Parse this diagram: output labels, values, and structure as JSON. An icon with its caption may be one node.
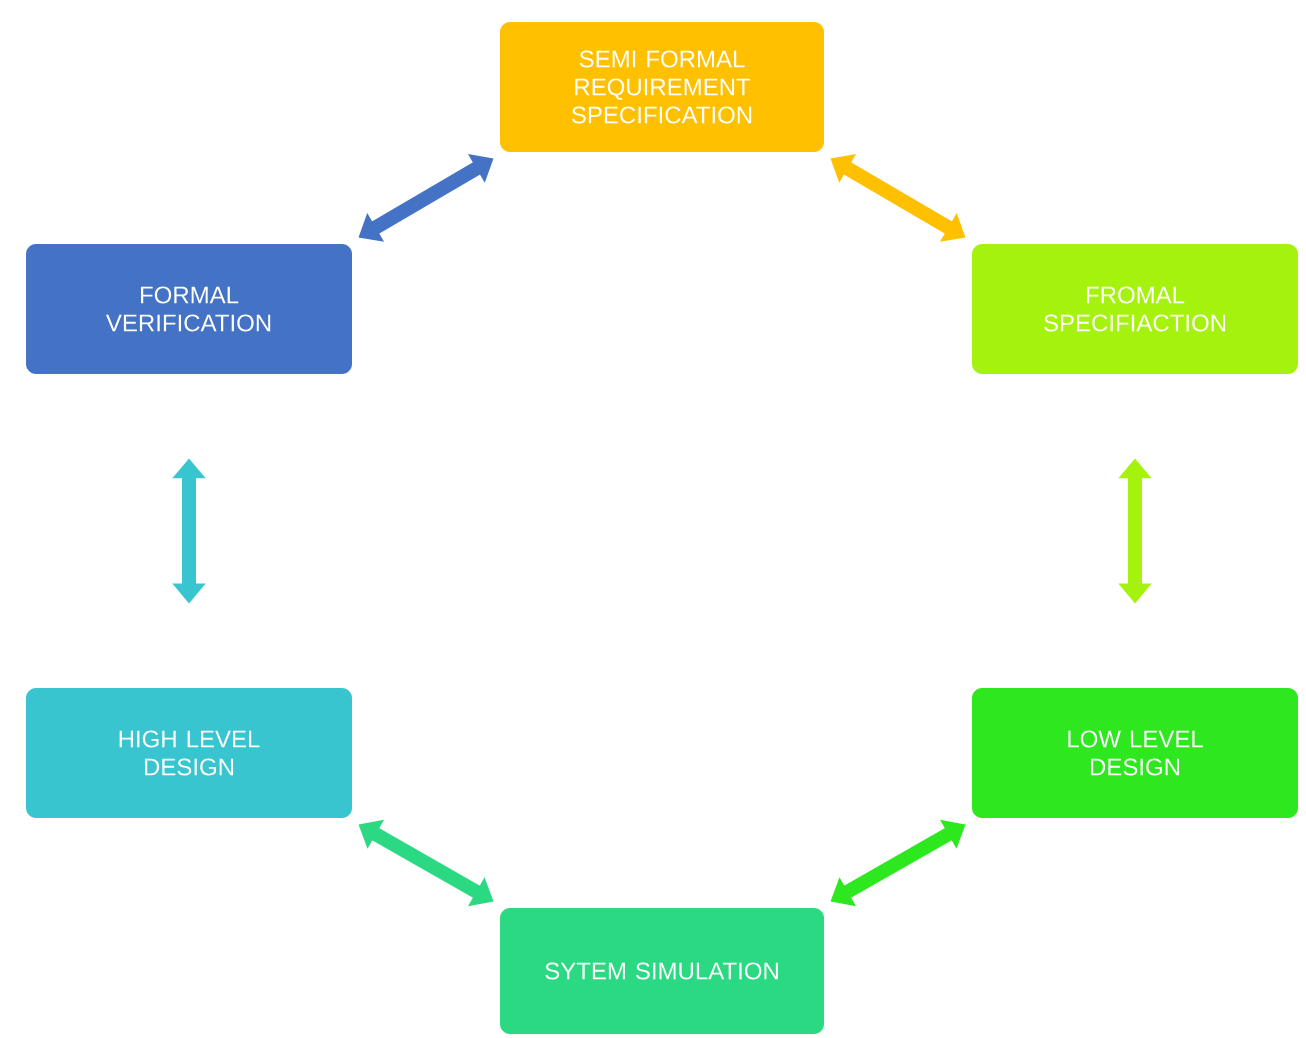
{
  "diagram": {
    "nodes": [
      {
        "text": [
          "SEMI FORMAL REQUIREMENT SPECIFICATION"
        ]
      },
      {
        "text": [
          "FORMAL VERIFICATION"
        ]
      },
      {
        "text": [
          "FROMAL SPECIFIACTION"
        ]
      },
      {
        "text": [
          "HIGH LEVEL DESIGN"
        ]
      },
      {
        "text": [
          "LOW LEVEL DESIGN"
        ]
      },
      {
        "text": [
          "SYTEM SIMULATION"
        ]
      }
    ],
    "edges": [
      {
        "from": 1,
        "to": 0,
        "arrow": "both",
        "color": "#4472c4"
      },
      {
        "from": 0,
        "to": 2,
        "arrow": "both",
        "color": "#ffc000"
      },
      {
        "from": 1,
        "to": 3,
        "arrow": "both",
        "color": "#38c5cf"
      },
      {
        "from": 2,
        "to": 4,
        "arrow": "both",
        "color": "#a6f20f"
      },
      {
        "from": 3,
        "to": 5,
        "arrow": "both",
        "color": "#2bd982"
      },
      {
        "from": 5,
        "to": 4,
        "arrow": "both",
        "color": "#2ee81f"
      }
    ]
  }
}
